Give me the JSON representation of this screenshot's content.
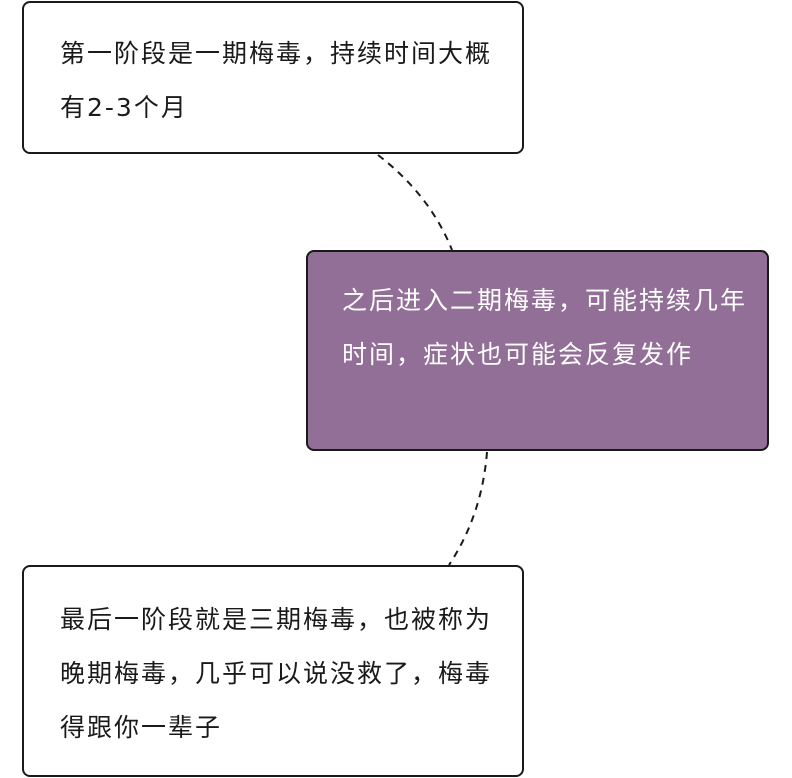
{
  "diagram": {
    "nodes": [
      {
        "id": "stage-1",
        "text": "第一阶段是一期梅毒，持续时间大概有2-3个月",
        "highlight": false
      },
      {
        "id": "stage-2",
        "text": "之后进入二期梅毒，可能持续几年时间，症状也可能会反复发作",
        "highlight": true
      },
      {
        "id": "stage-3",
        "text": "最后一阶段就是三期梅毒，也被称为晚期梅毒，几乎可以说没救了，梅毒得跟你一辈子",
        "highlight": false
      }
    ],
    "edges": [
      {
        "from": "stage-1",
        "to": "stage-2",
        "style": "dashed"
      },
      {
        "from": "stage-2",
        "to": "stage-3",
        "style": "dashed"
      }
    ],
    "colors": {
      "highlight_fill": "#926f97",
      "highlight_text": "#ffffff",
      "border": "#1a1a1a",
      "text": "#1a1a1a"
    }
  }
}
